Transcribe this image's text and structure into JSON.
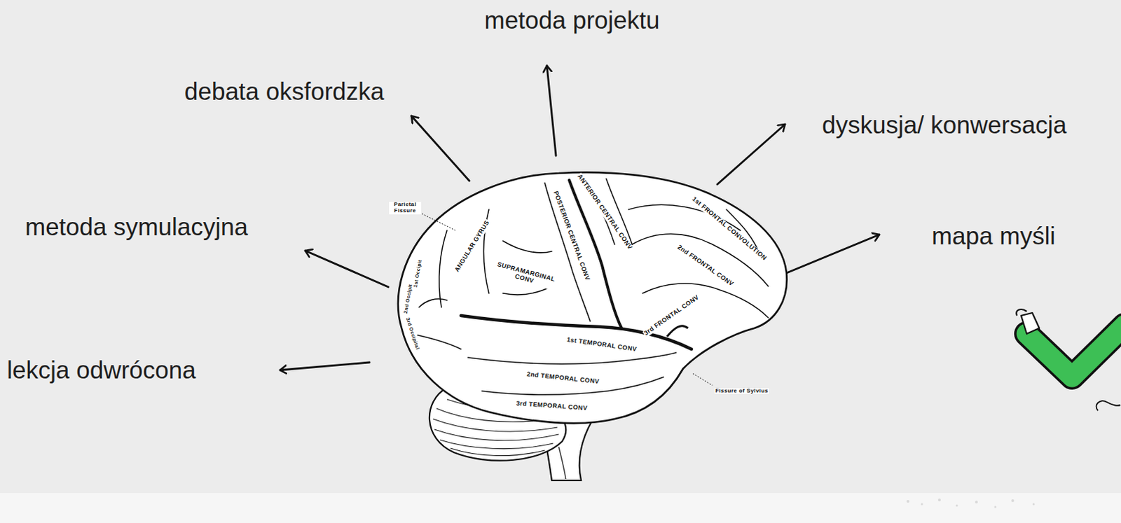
{
  "diagram": {
    "labels": [
      "metoda projektu",
      "debata oksfordzka",
      "dyskusja/ konwersacja",
      "metoda symulacyjna",
      "mapa myśli",
      "lekcja odwrócona",
      "Parietal Fissure",
      "ANGULAR GYRUS",
      "POSTERIOR CENTRAL CONV",
      "ANTERIOR CENTRAL CONV",
      "1st FRONTAL CONVOLUTION",
      "SUPRAMARGINAL CONV",
      "2nd FRONTAL CONV",
      "1st Occipit",
      "2nd Occipit",
      "3rd FRONTAL CONV",
      "3rd Occipital",
      "1st TEMPORAL CONV",
      "2nd TEMPORAL CONV",
      "3rd TEMPORAL CONV",
      "Fissure of Sylvius"
    ]
  }
}
